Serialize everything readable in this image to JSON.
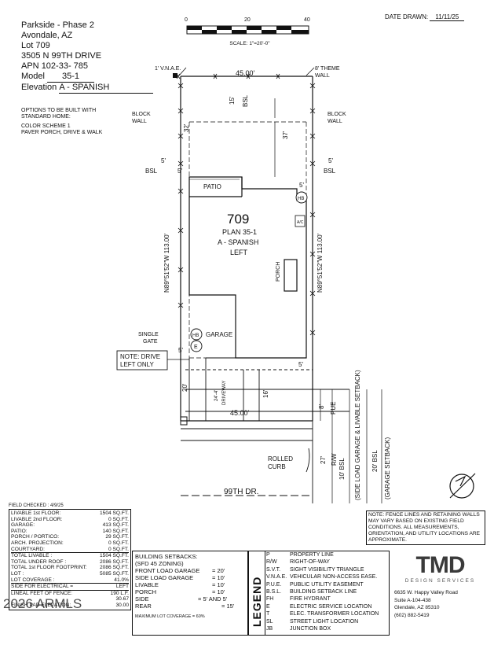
{
  "header": {
    "community": "Parkside - Phase 2",
    "city": "Avondale, AZ",
    "lot_label": "Lot",
    "lot_number": "709",
    "address": "3505 N 99TH DRIVE",
    "apn_label": "APN",
    "apn_value": "102-33- 785",
    "model_label": "Model",
    "model_value": "35-1",
    "elevation_label": "Elevation",
    "elevation_value": "A - SPANISH",
    "options": [
      "OPTIONS TO BE BUILT WITH",
      "STANDARD HOME:",
      "",
      "COLOR SCHEME 1",
      "PAVER PORCH, DRIVE & WALK"
    ]
  },
  "date": {
    "label": "DATE DRAWN:",
    "value": "11/11/25"
  },
  "scale": {
    "ticks": [
      "0",
      "20",
      "40"
    ],
    "label": "SCALE: 1\"=20'-0\""
  },
  "plan": {
    "lot_number": "709",
    "plan_name": "PLAN 35-1",
    "elevation": "A - SPANISH",
    "side": "LEFT",
    "patio": "PATIO",
    "porch": "PORCH",
    "garage": "GARAGE",
    "ac": "A/C",
    "hb": "HB",
    "e": "E",
    "driveway": "DRIVEWAY",
    "driveway_width": "24'-4\"",
    "width_top": "45.00'",
    "width_bottom": "45.00'",
    "bearing_left": "N89°51'52\"W 113.00'",
    "bearing_right": "N89°51'52\"W 113.00'",
    "rear_bsl": "15'",
    "bsl": "BSL",
    "dim_32": "32'",
    "dim_37": "37'",
    "dim_5_left": "5'",
    "dim_5_right": "5'",
    "dim_5_inner_left": "5'",
    "dim_5_inner_right": "5'",
    "dim_5_gate": "5'",
    "dim_5_front": "5'",
    "dim_20": "20'",
    "dim_16": "16'",
    "dim_8": "8'",
    "pue": "PUE",
    "dim_27": "27'",
    "rw": "R/W",
    "side_load": "10' BSL",
    "side_load_note": "(SIDE LOAD GARAGE & LIVABLE SETBACK)",
    "front_bsl": "20' BSL",
    "front_note": "(GARAGE SETBACK)",
    "street": "99TH DR.",
    "vnae": "1' V.N.A.E.",
    "theme_wall": [
      "8' THEME",
      "WALL"
    ],
    "block_wall_left": [
      "BLOCK",
      "WALL"
    ],
    "block_wall_right": [
      "BLOCK",
      "WALL"
    ],
    "single_gate": [
      "SINGLE",
      "GATE"
    ],
    "note_drive": [
      "NOTE: DRIVE",
      "LEFT ONLY"
    ],
    "rolled_curb": [
      "ROLLED",
      "CURB"
    ]
  },
  "stats": {
    "field_checked": "FIELD CHECKED : 4/9/25",
    "rows_a": [
      [
        "LIVABLE 1st FLOOR:",
        "1504 SQ.FT."
      ],
      [
        "LIVABLE 2nd FLOOR:",
        "0 SQ.FT."
      ],
      [
        "GARAGE:",
        "413 SQ.FT."
      ],
      [
        "PATIO:",
        "140 SQ.FT."
      ],
      [
        "PORCH / PORTICO:",
        "29 SQ.FT."
      ],
      [
        "ARCH. PROJECTION:",
        "0 SQ.FT."
      ],
      [
        "COURTYARD:",
        "0 SQ.FT."
      ]
    ],
    "rows_b": [
      [
        "TOTAL LIVABLE :",
        "1504 SQ.FT."
      ],
      [
        "TOTAL UNDER ROOF :",
        "2086 SQ.FT."
      ],
      [
        "TOTAL 1st FLOOR FOOTPRINT:",
        "2086 SQ.FT."
      ],
      [
        "LOT :",
        "5085 SQ.FT."
      ],
      [
        "LOT COVERAGE :",
        "41.0%"
      ]
    ],
    "rows_c": [
      [
        "SIDE FOR ELECTRICAL =",
        "LEFT"
      ],
      [
        "LINEAL FEET OF FENCE:",
        "190 L.F."
      ],
      [
        "",
        "30.67"
      ],
      [
        "FINISH PAD ELEVATION:",
        "30.00"
      ]
    ]
  },
  "setbacks": {
    "title": "BUILDING SETBACKS:",
    "zoning": "(SFD 45 ZONING)",
    "rows": [
      [
        "FRONT LOAD GARAGE",
        "= 20'"
      ],
      [
        "SIDE LOAD GARAGE",
        "= 10'"
      ],
      [
        "LIVABLE",
        "= 10'"
      ],
      [
        "PORCH",
        "= 10'"
      ],
      [
        "SIDE",
        "= 5' AND 5'"
      ],
      [
        "REAR",
        "= 15'"
      ]
    ],
    "max": "MAXIMUM LOT COVERAGE = 60%"
  },
  "legend": {
    "title": "LEGEND",
    "rows": [
      [
        "P",
        "PROPERTY LINE"
      ],
      [
        "R/W",
        "RIGHT-OF-WAY"
      ],
      [
        "S.V.T.",
        "SIGHT VISIBILITY TRIANGLE"
      ],
      [
        "V.N.A.E.",
        "VEHICULAR NON-ACCESS EASE."
      ],
      [
        "P.U.E.",
        "PUBLIC UTILITY EASEMENT"
      ],
      [
        "B.S.L.",
        "BUILDING SETBACK LINE"
      ],
      [
        "FH",
        "FIRE HYDRANT"
      ],
      [
        "E",
        "ELECTRIC SERVICE LOCATION"
      ],
      [
        "T",
        "ELEC. TRANSFORMER LOCATION"
      ],
      [
        "SL",
        "STREET LIGHT LOCATION"
      ],
      [
        "JB",
        "JUNCTION BOX"
      ]
    ]
  },
  "note": "NOTE: FENCE LINES AND RETAINING WALLS MAY VARY BASED ON EXISTING FIELD CONDITIONS. ALL MEASUREMENTS, ORIENTATION, AND UTILITY LOCATIONS ARE APPROXIMATE.",
  "company": {
    "logo": "TMD",
    "tagline": "DESIGN SERVICES",
    "address1": "6635 W. Happy Valley Road",
    "address2": "Suite A-104-438",
    "address3": "Glendale, AZ 85310",
    "phone": "(602) 882-5419"
  },
  "watermark": "2026 ARMLS"
}
